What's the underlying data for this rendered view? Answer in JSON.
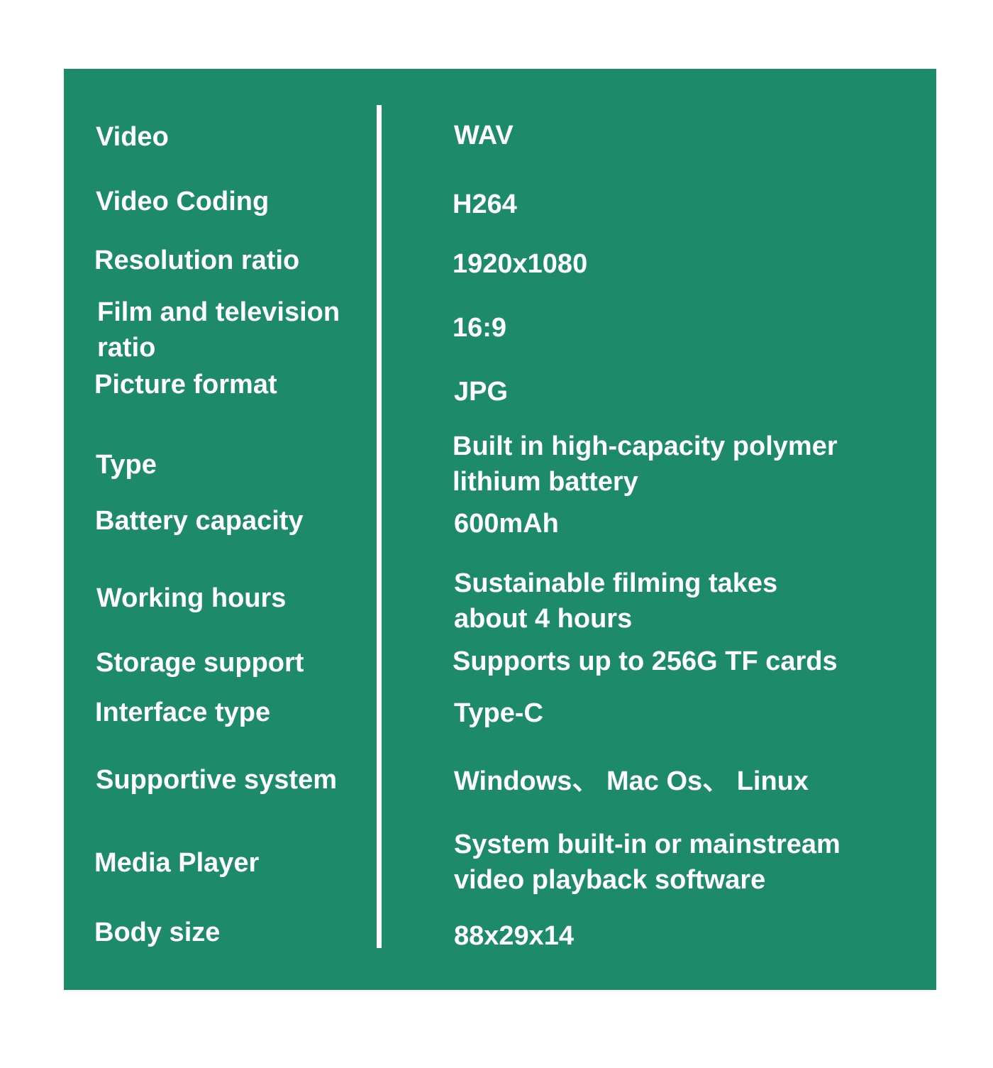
{
  "colors": {
    "panel_background": "#1d8a69",
    "text": "#ffffff",
    "page_background": "#ffffff"
  },
  "specs": [
    {
      "label": "Video",
      "value": "WAV"
    },
    {
      "label": "Video Coding",
      "value": "H264"
    },
    {
      "label": "Resolution ratio",
      "value": "1920x1080"
    },
    {
      "label": [
        "Film and television",
        "ratio"
      ],
      "value": "16:9"
    },
    {
      "label": "Picture format",
      "value": "JPG"
    },
    {
      "label": "Type",
      "value": [
        "Built in high-capacity polymer",
        "lithium battery"
      ]
    },
    {
      "label": "Battery capacity",
      "value": "600mAh"
    },
    {
      "label": "Working hours",
      "value": [
        "Sustainable filming takes",
        "about 4 hours"
      ]
    },
    {
      "label": "Storage support",
      "value": "Supports up to 256G TF cards"
    },
    {
      "label": "Interface type",
      "value": "Type-C"
    },
    {
      "label": "Supportive system",
      "value": "Windows、 Mac Os、 Linux"
    },
    {
      "label": "Media Player",
      "value": [
        "System built-in or mainstream",
        "video playback software"
      ]
    },
    {
      "label": "Body size",
      "value": "88x29x14"
    }
  ]
}
